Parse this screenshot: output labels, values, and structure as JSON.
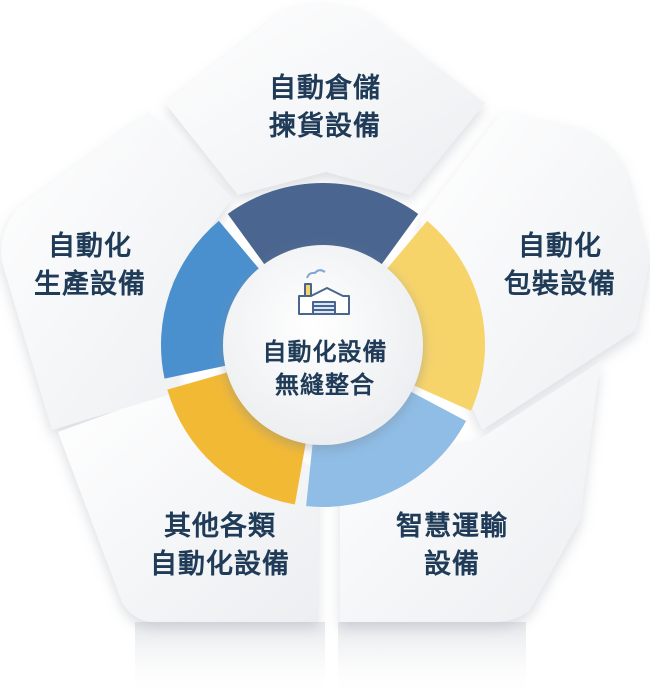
{
  "center": {
    "line1": "自動化設備",
    "line2": "無縫整合",
    "icon": "factory-icon"
  },
  "petals": [
    {
      "id": "storage",
      "line1": "自動倉儲",
      "line2": "揀貨設備",
      "ring_color": "#4a6690"
    },
    {
      "id": "packaging",
      "line1": "自動化",
      "line2": "包裝設備",
      "ring_color": "#f7d46a"
    },
    {
      "id": "transport",
      "line1": "智慧運輸",
      "line2": "設備",
      "ring_color": "#8fbde6"
    },
    {
      "id": "other",
      "line1": "其他各類",
      "line2": "自動化設備",
      "ring_color": "#f2b935"
    },
    {
      "id": "production",
      "line1": "自動化",
      "line2": "生產設備",
      "ring_color": "#4a90cf"
    }
  ],
  "colors": {
    "text": "#1f3b57",
    "petal_fill": "#f3f4f6",
    "center_fill": "#f4f5f6"
  }
}
